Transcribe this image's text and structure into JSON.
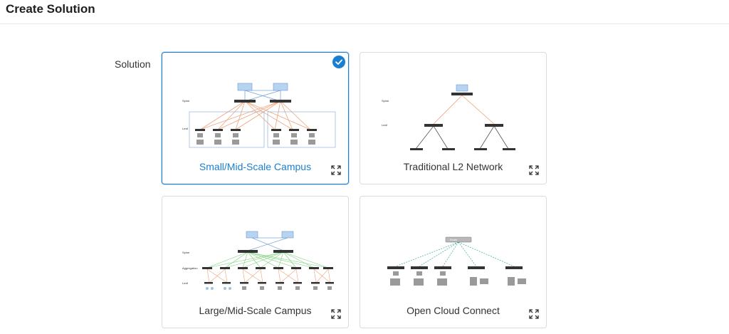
{
  "header": {
    "title": "Create Solution"
  },
  "form": {
    "solution_label": "Solution"
  },
  "solutions": [
    {
      "title": "Small/Mid-Scale Campus",
      "selected": true
    },
    {
      "title": "Traditional L2 Network",
      "selected": false
    },
    {
      "title": "Large/Mid-Scale Campus",
      "selected": false
    },
    {
      "title": "Open Cloud Connect",
      "selected": false
    }
  ],
  "diagram_labels": {
    "spine": "Spine",
    "leaf": "Leaf",
    "aggregation": "Aggregation",
    "router": "Router"
  },
  "colors": {
    "accent": "#1b7fd1",
    "orange_link": "#f0a27a",
    "green_link": "#7fd07f",
    "teal_link": "#3aa9a0"
  }
}
